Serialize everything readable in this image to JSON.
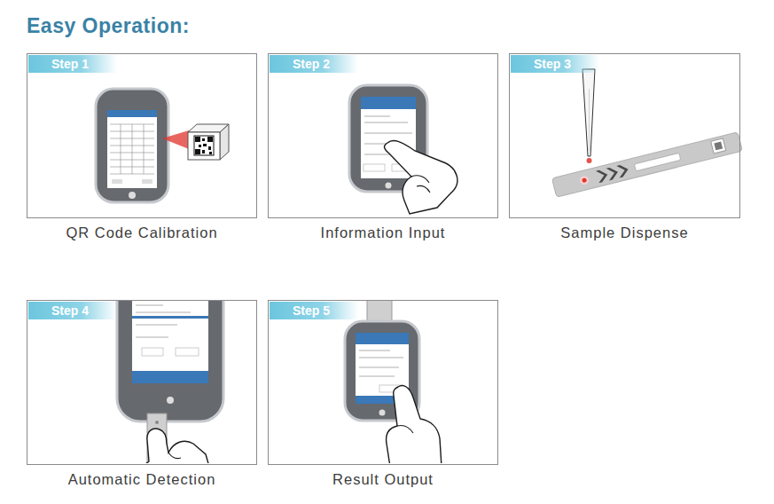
{
  "diagram": {
    "title": "Easy Operation:",
    "nodes": [
      {
        "text": [
          "Step 1",
          "QR Code Calibration"
        ]
      },
      {
        "text": [
          "Step 2",
          "Information Input"
        ]
      },
      {
        "text": [
          "Step 3",
          "Sample Dispense"
        ]
      },
      {
        "text": [
          "Step 4",
          "Automatic Detection"
        ]
      },
      {
        "text": [
          "Step 5",
          "Result Output"
        ]
      }
    ]
  }
}
